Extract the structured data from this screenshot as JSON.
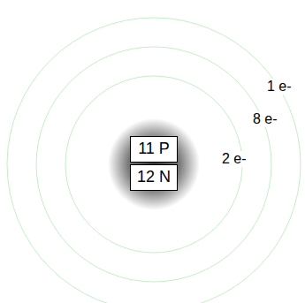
{
  "diagram": {
    "nodes": [
      {
        "text": [
          "11 P"
        ]
      },
      {
        "text": [
          "12 N"
        ]
      }
    ],
    "labels": [
      "2 e-",
      "8 e-",
      "1 e-"
    ]
  }
}
